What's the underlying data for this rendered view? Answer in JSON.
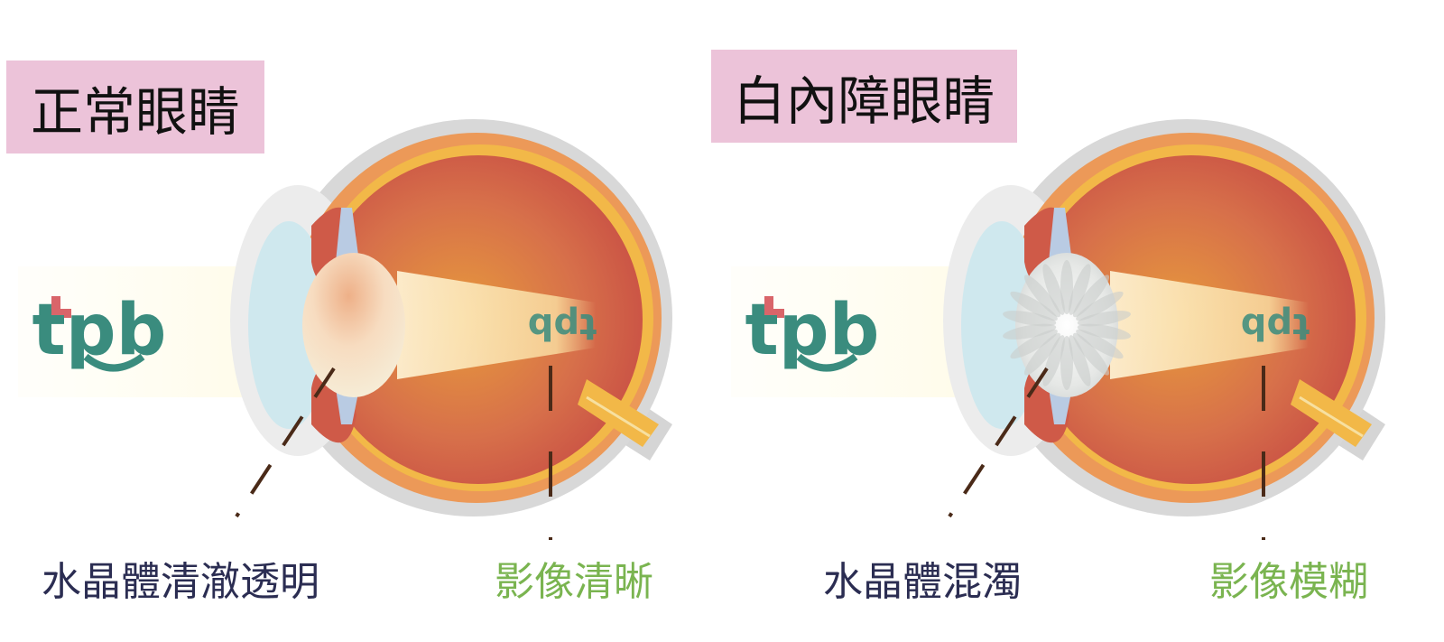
{
  "normal": {
    "title": "正常眼睛",
    "lens_label": "水晶體清澈透明",
    "image_label": "影像清晰",
    "lens_state": "clear"
  },
  "cataract": {
    "title": "白內障眼睛",
    "lens_label": "水晶體混濁",
    "image_label": "影像模糊",
    "lens_state": "cloudy"
  },
  "logo_text": "tpb",
  "colors": {
    "title_bg": "#ecc3d9",
    "lens_label": "#2b2d52",
    "image_label": "#7ab450",
    "logo": "#3a8c7e",
    "logo_plus": "#d9656a",
    "leader_line": "#4a2a18"
  }
}
